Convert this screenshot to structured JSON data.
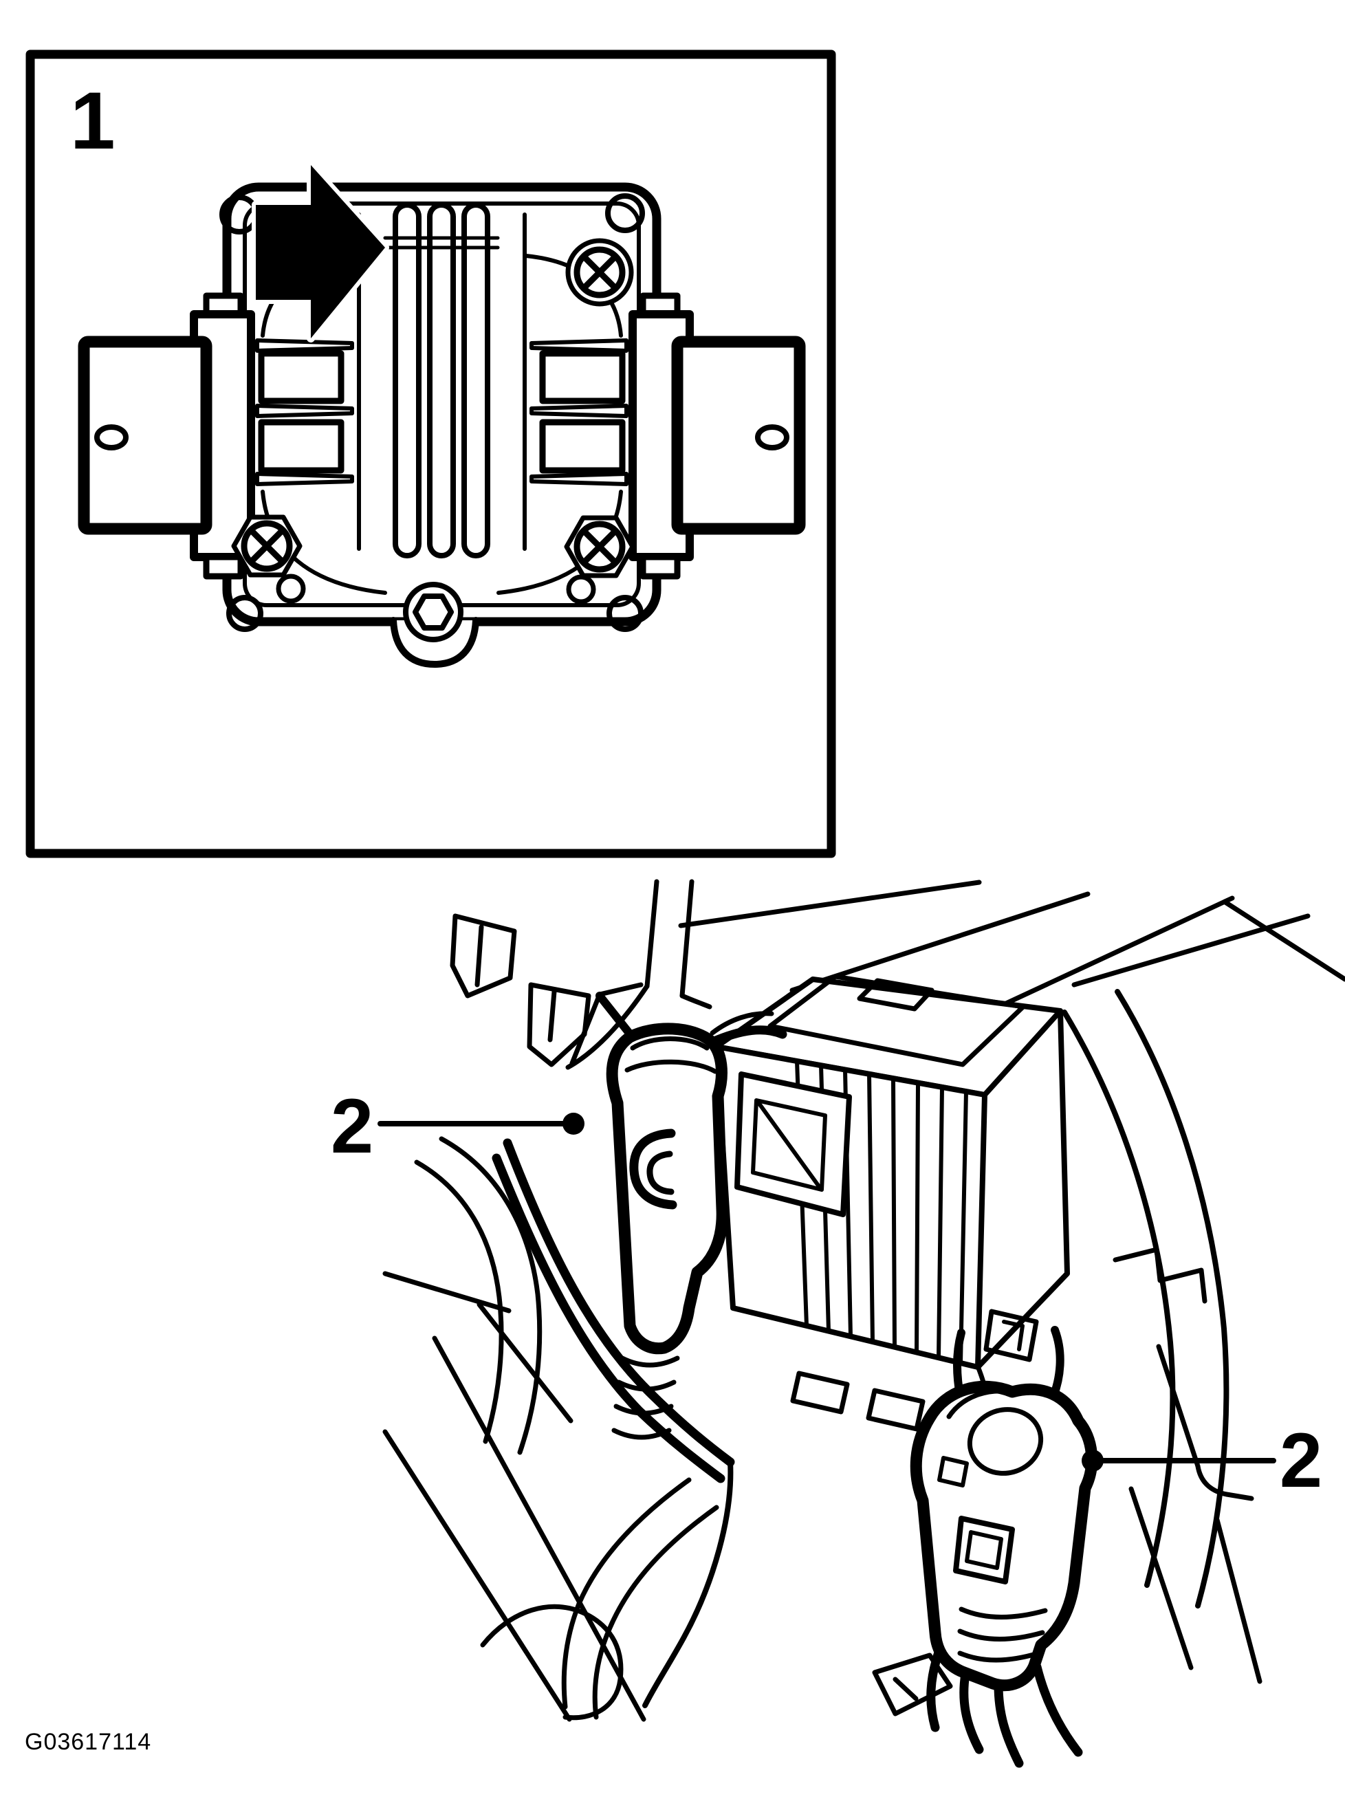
{
  "figure": {
    "colors": {
      "ink": "#000000",
      "paper": "#ffffff"
    },
    "footer_code": "G03617114",
    "panel1": {
      "label": "1",
      "arrow_icon": "direction-arrow"
    },
    "panel2": {
      "callouts": [
        {
          "label": "2",
          "side": "left"
        },
        {
          "label": "2",
          "side": "right"
        }
      ]
    }
  }
}
